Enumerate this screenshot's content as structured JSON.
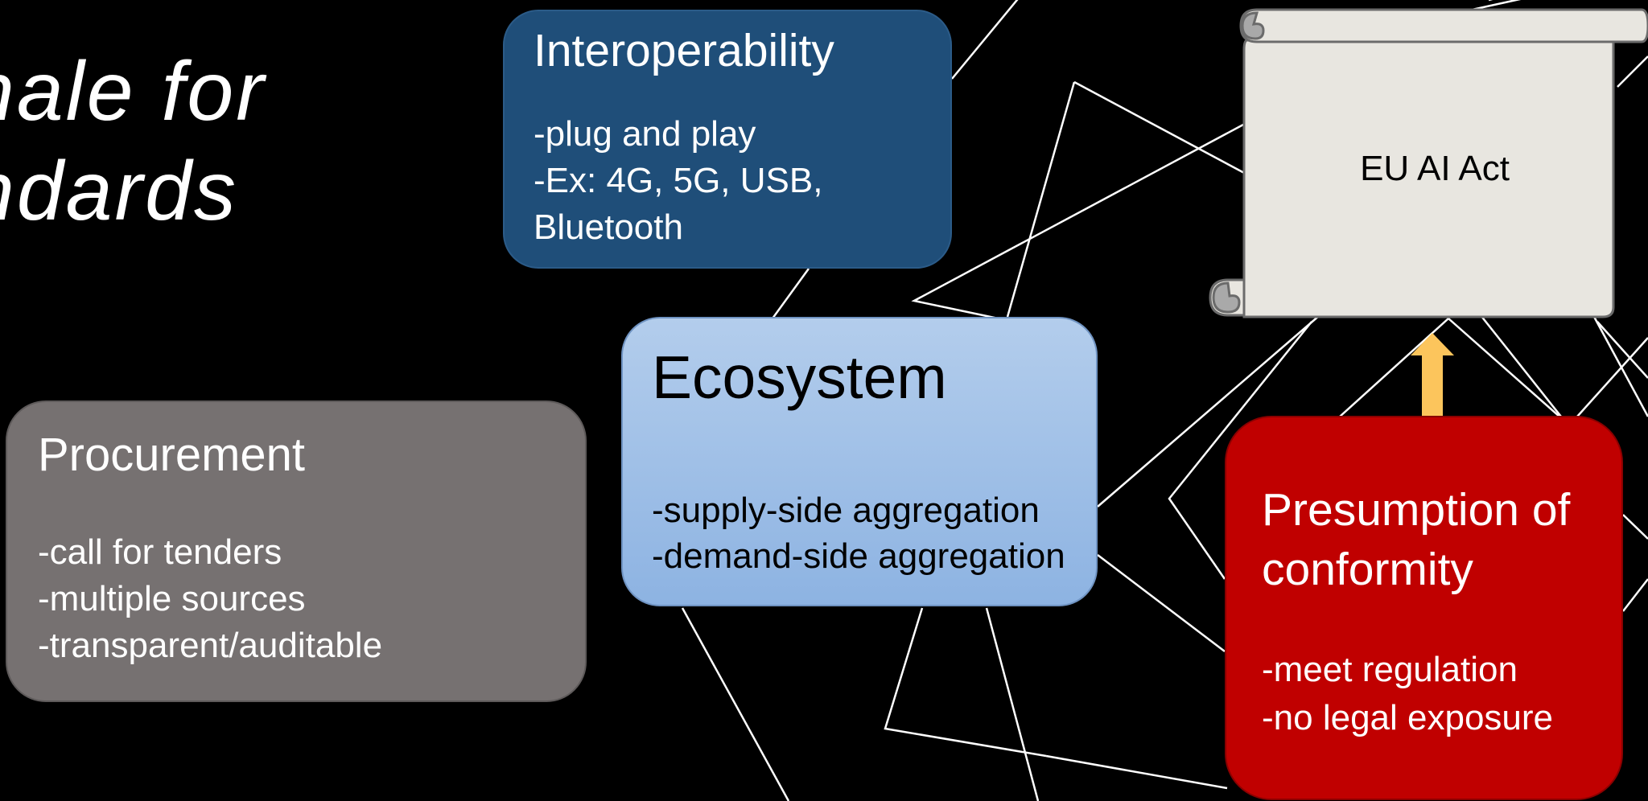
{
  "title": {
    "line1": "nale for",
    "line2": "ndards"
  },
  "interoperability": {
    "heading": "Interoperability",
    "lines": [
      "-plug and play",
      "-Ex: 4G, 5G, USB,",
      "Bluetooth"
    ],
    "color": "#1f4e79"
  },
  "ecosystem": {
    "heading": "Ecosystem",
    "lines": [
      "-supply-side aggregation",
      "-demand-side aggregation"
    ],
    "color": "#9dbfe7"
  },
  "procurement": {
    "heading": "Procurement",
    "lines": [
      "-call for tenders",
      "-multiple sources",
      "-transparent/auditable"
    ],
    "color": "#767171"
  },
  "presumption": {
    "heading_line1": "Presumption of",
    "heading_line2": "conformity",
    "lines": [
      "-meet regulation",
      "-no legal exposure"
    ],
    "color": "#c00000"
  },
  "eu_ai_act": {
    "label": "EU AI Act",
    "color": "#e8e6e0"
  },
  "arrow": {
    "direction": "up",
    "color": "#fcc55c"
  },
  "background": {
    "color": "#000000",
    "line_color": "#ffffff"
  }
}
